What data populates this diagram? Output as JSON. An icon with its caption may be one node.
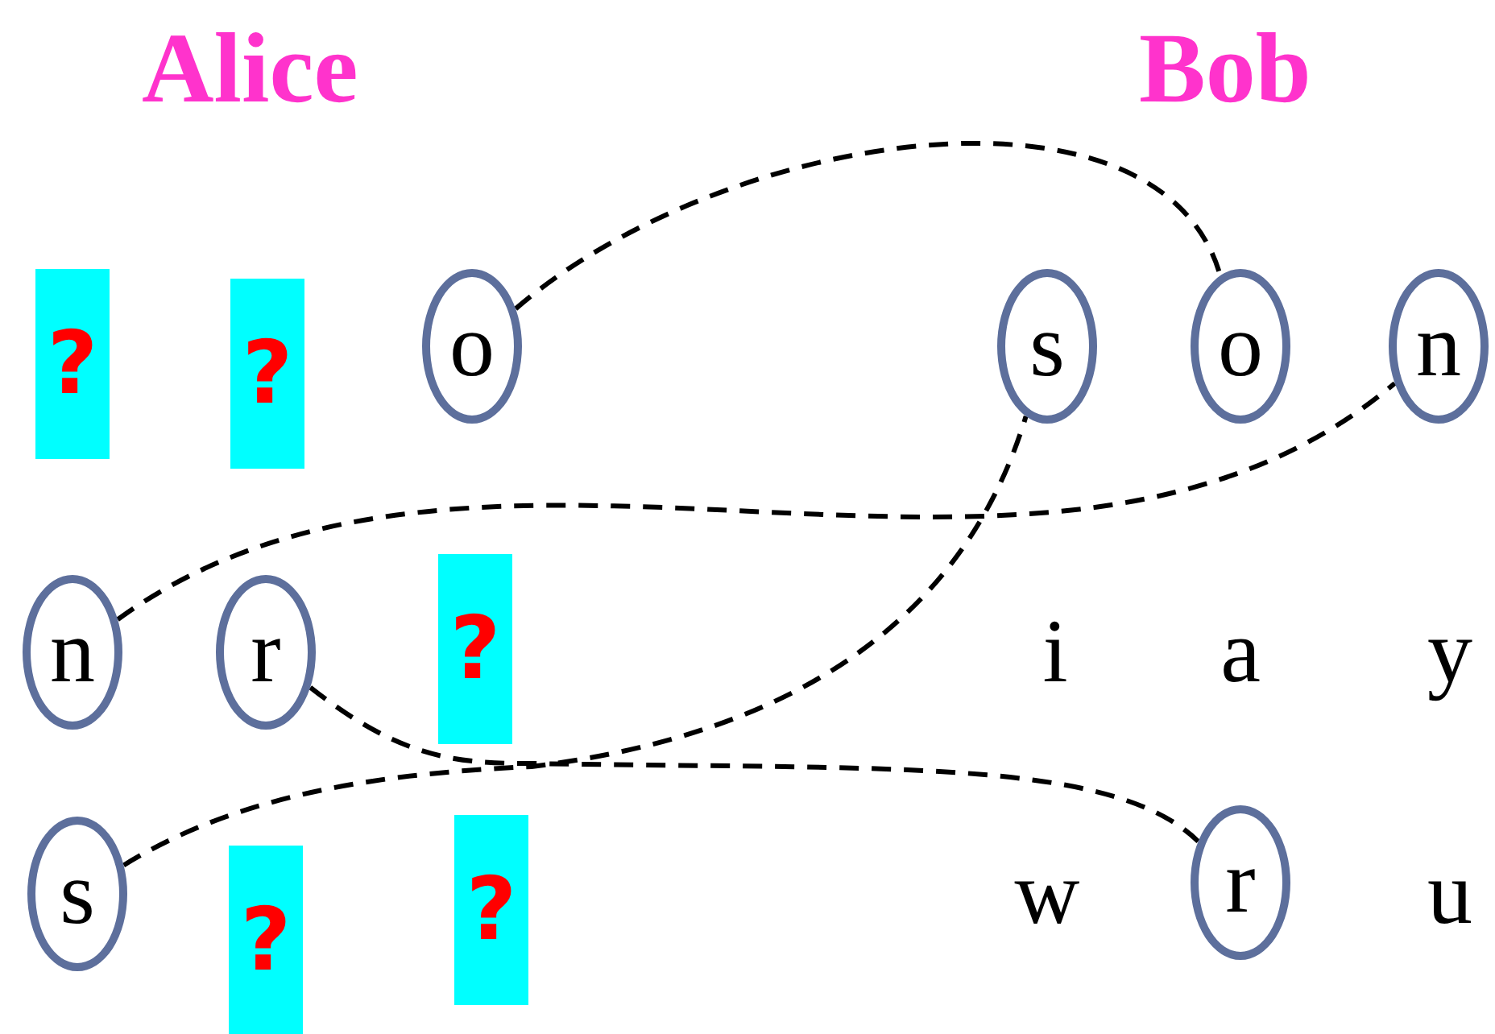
{
  "diagram": {
    "nodes": [
      {
        "text": [
          "?"
        ]
      },
      {
        "text": [
          "?"
        ]
      },
      {
        "text": [
          "o"
        ]
      },
      {
        "text": [
          "s"
        ]
      },
      {
        "text": [
          "o"
        ]
      },
      {
        "text": [
          "n"
        ]
      },
      {
        "text": [
          "n"
        ]
      },
      {
        "text": [
          "r"
        ]
      },
      {
        "text": [
          "?"
        ]
      },
      {
        "text": [
          "s"
        ]
      },
      {
        "text": [
          "?"
        ]
      },
      {
        "text": [
          "?"
        ]
      },
      {
        "text": [
          "r"
        ]
      }
    ],
    "edges": [
      {
        "from": 2,
        "to": 4,
        "arrow": "none"
      },
      {
        "from": 6,
        "to": 5,
        "arrow": "none"
      },
      {
        "from": 7,
        "to": 12,
        "arrow": "none"
      },
      {
        "from": 9,
        "to": 3,
        "arrow": "none"
      }
    ],
    "labels": [
      "Alice",
      "Bob",
      "i",
      "a",
      "y",
      "w",
      "u"
    ]
  }
}
